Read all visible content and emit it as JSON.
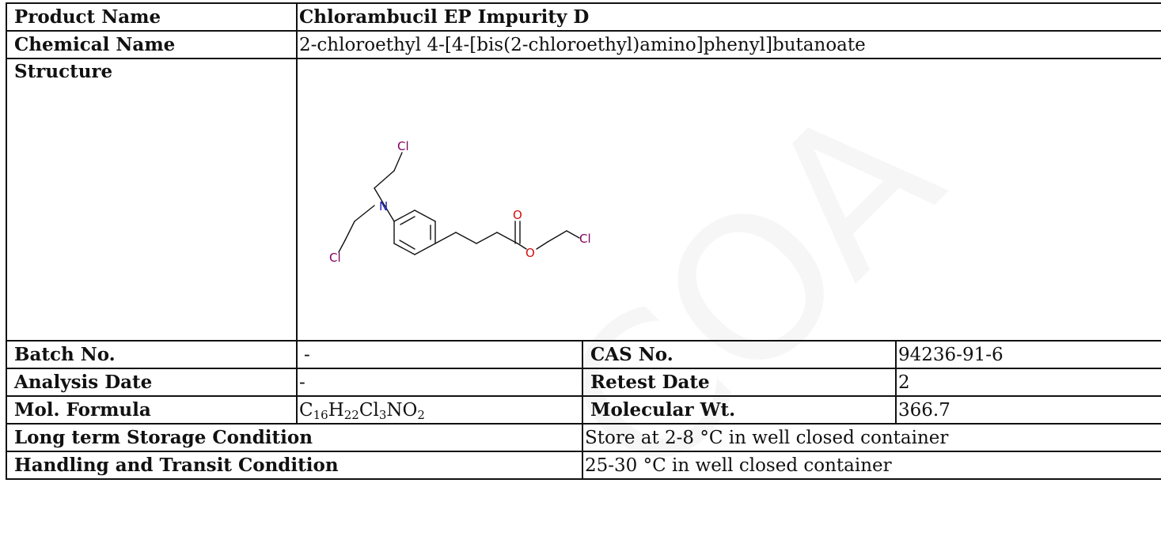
{
  "watermark": "COA",
  "product": {
    "label": "Product Name",
    "value": "Chlorambucil EP Impurity D"
  },
  "chemical": {
    "label": "Chemical Name",
    "value": "2-chloroethyl 4-[4-[bis(2-chloroethyl)amino]phenyl]butanoate"
  },
  "structure": {
    "label": "Structure",
    "atoms": {
      "nitrogen": "N",
      "oxygen": "O",
      "chlorine": "Cl"
    },
    "colors": {
      "nitrogen": "#2020c0",
      "oxygen": "#d01010",
      "chlorine": "#800060",
      "bond": "#111111"
    }
  },
  "batch": {
    "label": "Batch No.",
    "value": "-"
  },
  "cas": {
    "label": "CAS No.",
    "value": "94236-91-6"
  },
  "analysis": {
    "label": "Analysis Date",
    "value": "-"
  },
  "retest": {
    "label": "Retest Date",
    "value": "2"
  },
  "formula": {
    "label": "Mol. Formula",
    "parts": [
      "C",
      "16",
      "H",
      "22",
      "Cl",
      "3",
      "NO",
      "2"
    ]
  },
  "molwt": {
    "label": "Molecular Wt.",
    "value": "366.7"
  },
  "storage": {
    "label": "Long term Storage Condition",
    "value": "Store at 2-8 °C in well closed container"
  },
  "handling": {
    "label": "Handling and Transit Condition",
    "value": "25-30 °C in well closed container"
  }
}
